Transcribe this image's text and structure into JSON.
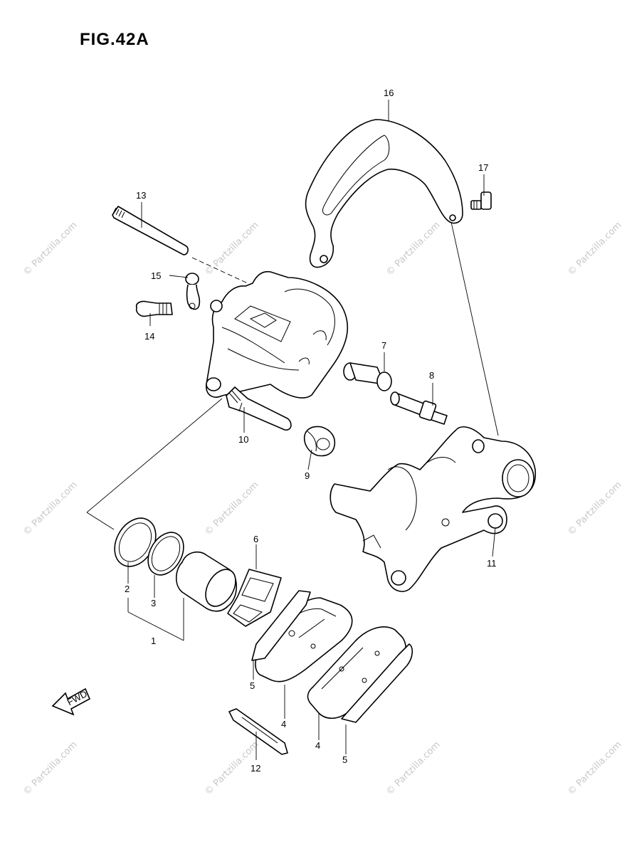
{
  "figure": {
    "title": "FIG.42A"
  },
  "watermark": {
    "text": "© Partzilla.com"
  },
  "fwd": {
    "label": "FWD"
  },
  "callouts": [
    {
      "id": "c16",
      "text": "16"
    },
    {
      "id": "c17",
      "text": "17"
    },
    {
      "id": "c13",
      "text": "13"
    },
    {
      "id": "c15",
      "text": "15"
    },
    {
      "id": "c14",
      "text": "14"
    },
    {
      "id": "c7",
      "text": "7"
    },
    {
      "id": "c8",
      "text": "8"
    },
    {
      "id": "c10",
      "text": "10"
    },
    {
      "id": "c9",
      "text": "9"
    },
    {
      "id": "c11",
      "text": "11"
    },
    {
      "id": "c6",
      "text": "6"
    },
    {
      "id": "c2",
      "text": "2"
    },
    {
      "id": "c3",
      "text": "3"
    },
    {
      "id": "c1",
      "text": "1"
    },
    {
      "id": "c5a",
      "text": "5"
    },
    {
      "id": "c4a",
      "text": "4"
    },
    {
      "id": "c4b",
      "text": "4"
    },
    {
      "id": "c5b",
      "text": "5"
    },
    {
      "id": "c12",
      "text": "12"
    }
  ]
}
